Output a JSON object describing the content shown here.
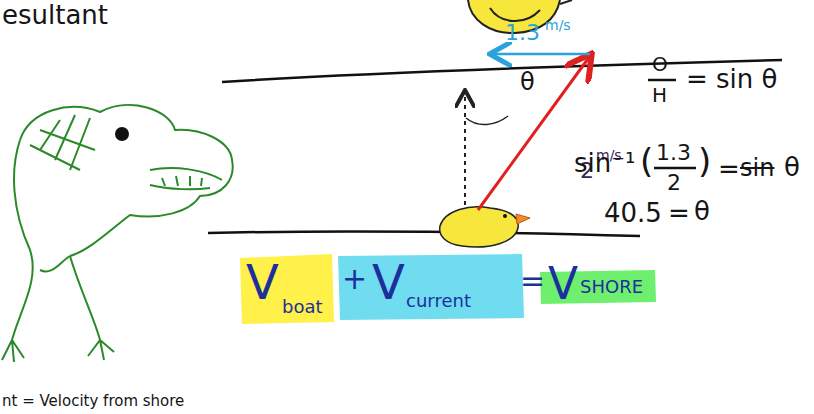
{
  "diagram": {
    "labels": [
      "esultant",
      "1.3",
      "m/s",
      "θ",
      "2",
      "m/s",
      "O",
      "H",
      "= sin θ",
      "sin⁻¹",
      "(",
      "1.3",
      "2",
      ")",
      "=",
      "sin",
      "θ",
      "40.5",
      "=",
      "θ",
      "V",
      "boat",
      "+",
      "V",
      "current",
      "=",
      "V",
      "SHORE",
      "nt = Velocity from shore"
    ]
  }
}
